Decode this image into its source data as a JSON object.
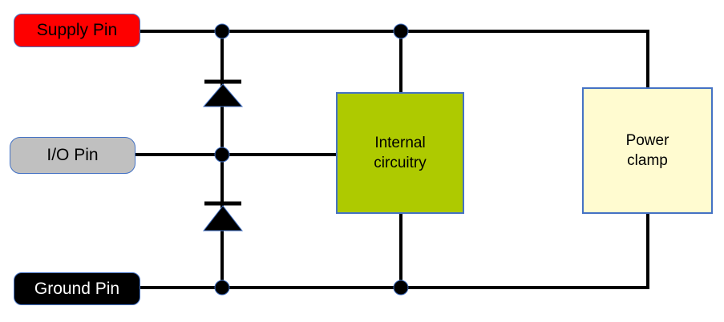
{
  "diagram": {
    "description": "ESD protection network diagram",
    "pins": [
      {
        "id": "supply",
        "label": "Supply Pin"
      },
      {
        "id": "io",
        "label": "I/O Pin"
      },
      {
        "id": "ground",
        "label": "Ground Pin"
      }
    ],
    "blocks": [
      {
        "id": "internal",
        "label": "Internal circuitry"
      },
      {
        "id": "clamp",
        "label": "Power clamp"
      }
    ],
    "symbols": [
      {
        "name": "upper-esd-diode",
        "type": "diode",
        "from": "io-rail",
        "to": "supply-rail"
      },
      {
        "name": "lower-esd-diode",
        "type": "diode",
        "from": "ground-rail",
        "to": "io-rail"
      },
      {
        "name": "junction-dot",
        "count": 5
      }
    ]
  },
  "colors": {
    "bg": "#ffffff",
    "wire": "#000000",
    "text": "#000000",
    "shapeBorder": "#4472c4",
    "symbolBorder": "#4472c4",
    "supplyPin": "#fe0000",
    "ioPin": "#c0c0c0",
    "groundPin": "#000000",
    "groundPinText": "#ffffff",
    "internalBlock": "#aeca00",
    "powerClamp": "#fffbd0"
  }
}
